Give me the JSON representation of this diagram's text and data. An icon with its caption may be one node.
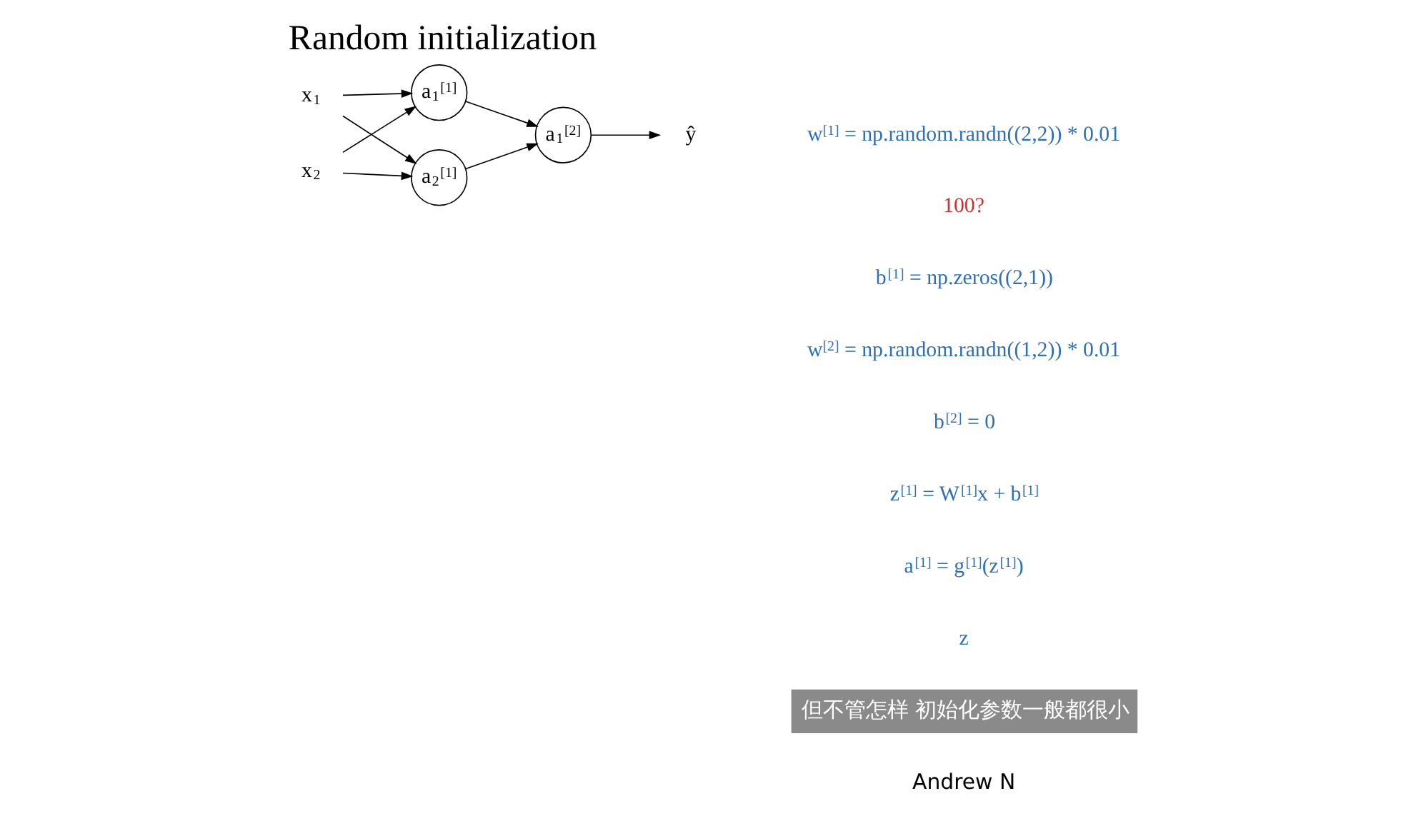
{
  "diagram": {
    "title": "Random initialization",
    "nodes": [
      {
        "text": [
          "x$_{1}$"
        ]
      },
      {
        "text": [
          "x$_{2}$"
        ]
      },
      {
        "text": [
          "a$_{1}$$^{[1]}$"
        ]
      },
      {
        "text": [
          "a$_{2}$$^{[1]}$"
        ]
      },
      {
        "text": [
          "a$_{1}$$^{[2]}$"
        ]
      },
      {
        "text": [
          "ŷ"
        ]
      }
    ],
    "edges": [
      {
        "from": 0,
        "to": 2,
        "arrow": "to"
      },
      {
        "from": 0,
        "to": 3,
        "arrow": "to"
      },
      {
        "from": 1,
        "to": 2,
        "arrow": "to"
      },
      {
        "from": 1,
        "to": 3,
        "arrow": "to"
      },
      {
        "from": 2,
        "to": 4,
        "arrow": "to"
      },
      {
        "from": 3,
        "to": 4,
        "arrow": "to"
      },
      {
        "from": 4,
        "to": 5,
        "arrow": "to"
      }
    ],
    "labels": [
      "w$^{[1]}$ = np.random.randn((2,2)) * 0.01",
      "100?",
      "b$^{[1]}$ = np.zeros((2,1))",
      "w$^{[2]}$ = np.random.randn((1,2)) * 0.01",
      "b$^{[2]}$ = 0",
      "z$^{[1]}$ = W$^{[1]}$x + b$^{[1]}$",
      "a$^{[1]}$ = g$^{[1]}$(z$^{[1]}$)",
      "z",
      "但不管怎样 初始化参数一般都很小",
      "Andrew N"
    ]
  }
}
